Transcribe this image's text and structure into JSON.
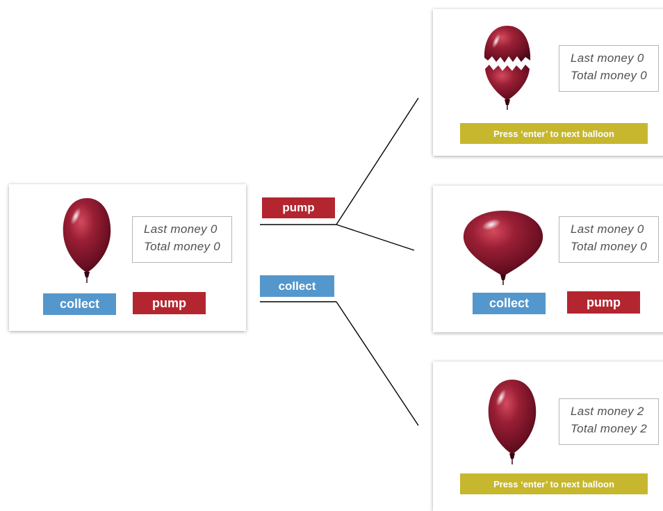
{
  "colors": {
    "collect": "#5497cc",
    "pump": "#b3262f",
    "next": "#c6b72f",
    "balloon": "#8c1a2e"
  },
  "start_panel": {
    "money": {
      "last": "Last money 0",
      "total": "Total money 0"
    },
    "collect_label": "collect",
    "pump_label": "pump",
    "balloon_icon": "balloon-icon"
  },
  "transitions": {
    "pump_label": "pump",
    "collect_label": "collect"
  },
  "outcome_burst": {
    "money": {
      "last": "Last money 0",
      "total": "Total money 0"
    },
    "next_label": "Press ‘enter’ to next balloon",
    "balloon_icon": "burst-balloon-icon"
  },
  "outcome_pumped": {
    "money": {
      "last": "Last money 0",
      "total": "Total money 0"
    },
    "collect_label": "collect",
    "pump_label": "pump",
    "balloon_icon": "inflated-balloon-icon"
  },
  "outcome_collected": {
    "money": {
      "last": "Last money 2",
      "total": "Total money 2"
    },
    "next_label": "Press ‘enter’ to next balloon",
    "balloon_icon": "balloon-icon"
  }
}
